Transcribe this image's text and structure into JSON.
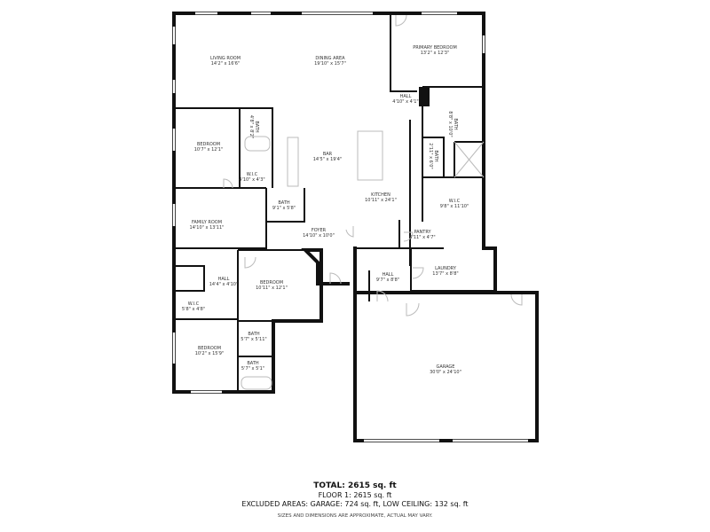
{
  "rooms": {
    "living": {
      "name": "LIVING ROOM",
      "dims": "14'2\" x 16'6\""
    },
    "dining": {
      "name": "DINING AREA",
      "dims": "19'10\" x 15'7\""
    },
    "primary_bedroom": {
      "name": "PRIMARY BEDROOM",
      "dims": "13'2\" x 12'3\""
    },
    "hall_primary": {
      "name": "HALL",
      "dims": "4'10\" x 4'1\""
    },
    "bath_primary": {
      "name": "BATH",
      "dims": "8'8\" x 10'0\""
    },
    "bedroom_1": {
      "name": "BEDROOM",
      "dims": "10'7\" x 12'1\""
    },
    "bath_1": {
      "name": "BATH",
      "dims": "4'8\" x 8'2\""
    },
    "wic_1": {
      "name": "W.I.C",
      "dims": "4'10\" x 4'3\""
    },
    "bar": {
      "name": "BAR",
      "dims": "14'5\" x 19'4\""
    },
    "bath_small": {
      "name": "BATH",
      "dims": "2'11\" x 6'0\""
    },
    "kitchen": {
      "name": "KITCHEN",
      "dims": "10'11\" x 24'1\""
    },
    "wic_primary": {
      "name": "W.I.C",
      "dims": "9'8\" x 11'10\""
    },
    "bath_2": {
      "name": "BATH",
      "dims": "9'1\" x 5'8\""
    },
    "family": {
      "name": "FAMILY ROOM",
      "dims": "14'10\" x 13'11\""
    },
    "foyer": {
      "name": "FOYER",
      "dims": "14'10\" x 10'0\""
    },
    "pantry": {
      "name": "PANTRY",
      "dims": "6'11\" x 4'7\""
    },
    "laundry": {
      "name": "LAUNDRY",
      "dims": "13'7\" x 8'8\""
    },
    "hall_garage": {
      "name": "HALL",
      "dims": "9'7\" x 8'8\""
    },
    "hall_west": {
      "name": "HALL",
      "dims": "14'4\" x 4'10\""
    },
    "bedroom_2": {
      "name": "BEDROOM",
      "dims": "10'11\" x 12'1\""
    },
    "wic_2": {
      "name": "W.I.C",
      "dims": "5'8\" x 4'8\""
    },
    "bath_3": {
      "name": "BATH",
      "dims": "5'7\" x 5'11\""
    },
    "bedroom_3": {
      "name": "BEDROOM",
      "dims": "10'2\" x 15'9\""
    },
    "bath_4": {
      "name": "BATH",
      "dims": "5'7\" x 5'1\""
    },
    "garage": {
      "name": "GARAGE",
      "dims": "30'0\" x 24'10\""
    }
  },
  "summary": {
    "total": "TOTAL: 2615 sq. ft",
    "floor1": "FLOOR 1: 2615 sq. ft",
    "excluded": "EXCLUDED AREAS: GARAGE: 724 sq. ft, LOW CEILING: 132 sq. ft",
    "disclaimer": "SIZES AND DIMENSIONS ARE APPROXIMATE, ACTUAL MAY VARY."
  }
}
